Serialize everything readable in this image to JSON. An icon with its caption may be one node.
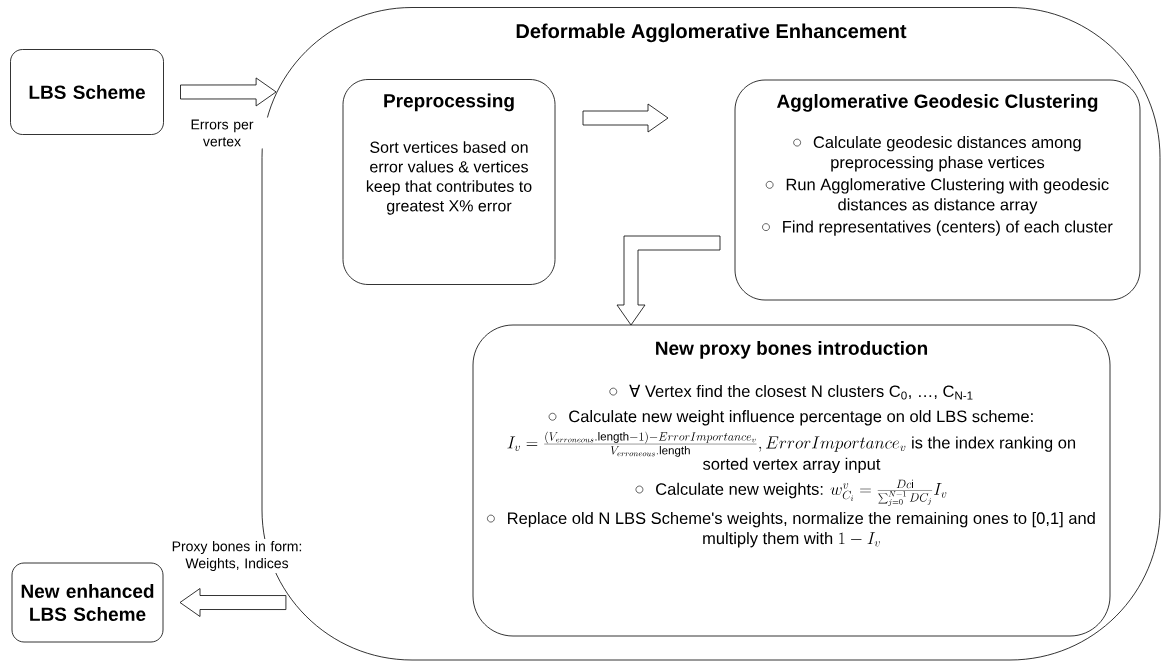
{
  "diagram": {
    "nodes": [
      {
        "text": [
          "LBS Scheme"
        ]
      },
      {
        "text": [
          "Deformable Agglomerative Enhancement"
        ]
      },
      {
        "text": [
          "Preprocessing",
          "Sort vertices based on error values & vertices keep that contributes to greatest X% error"
        ],
        "in": 1
      },
      {
        "text": [
          "Agglomerative Geodesic Clustering",
          "Calculate geodesic distances among preprocessing phase vertices",
          "Run Agglomerative Clustering with geodesic distances as distance array",
          "Find representatives (centers) of each cluster"
        ],
        "in": 1
      },
      {
        "text": [
          "New proxy bones introduction",
          "∀ Vertex find the closest N clusters C$_{0}$, …, C$_{N-1}$",
          "Calculate new weight influence percentage on old LBS scheme:",
          "I_v = \\frac{(V_{erroneous}.\\mathrm{length}-1)-ErrorImportance_v}{V_{erroneous}.\\mathrm{length}}, ErrorImportance_v",
          "is the index ranking on sorted vertex array input",
          "Calculate new weights:",
          "w_{C_i}^{v} = \\frac{Dc\\mathrm{i}}{\\sum_{j=0}^{N-1} DC_j} I_v",
          "Replace old N LBS Scheme's weights, normalize the remaining ones to [0,1] and multiply them with",
          "1 - I_v"
        ],
        "in": 1
      },
      {
        "text": [
          "New enhanced LBS Scheme"
        ]
      }
    ],
    "edges": [
      {
        "from": 0,
        "to": 1,
        "arrow": "to",
        "label": "Errors per vertex"
      },
      {
        "from": 2,
        "to": 3,
        "arrow": "to"
      },
      {
        "from": 3,
        "to": 4,
        "arrow": "to"
      },
      {
        "from": 1,
        "to": 5,
        "arrow": "to",
        "label": "Proxy bones in form: Weights, Indices"
      }
    ]
  }
}
